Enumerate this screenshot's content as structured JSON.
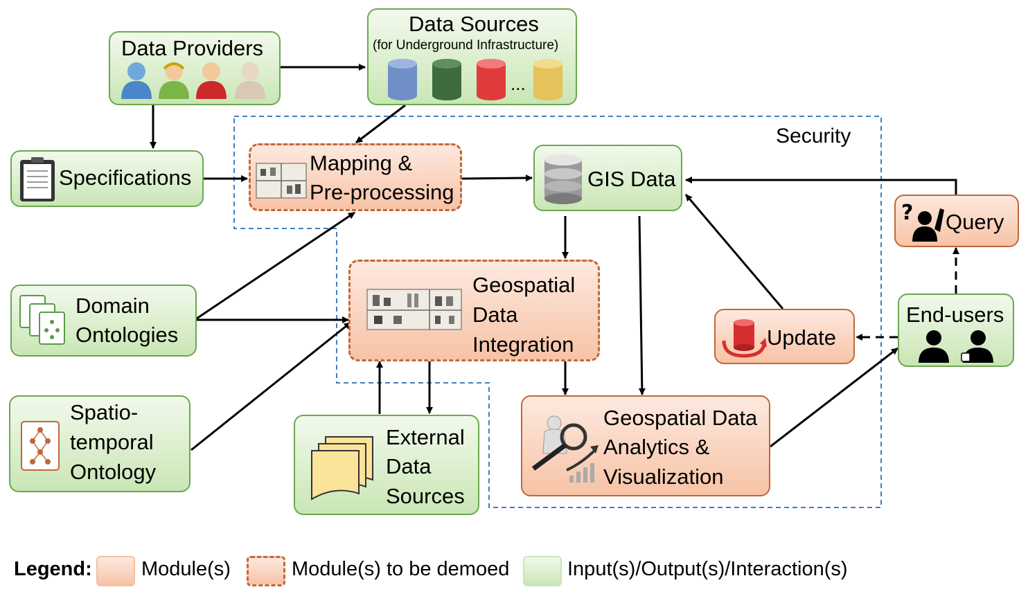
{
  "nodes": {
    "data_providers": "Data Providers",
    "data_sources": "Data Sources",
    "data_sources_sub": "(for Underground Infrastructure)",
    "data_sources_more": "...",
    "specifications": "Specifications",
    "mapping_line1": "Mapping &",
    "mapping_line2": "Pre-processing",
    "gis_data": "GIS Data",
    "query": "Query",
    "domain_line1": "Domain",
    "domain_line2": "Ontologies",
    "integration_line1": "Geospatial",
    "integration_line2": "Data",
    "integration_line3": "Integration",
    "update": "Update",
    "end_users": "End-users",
    "spatio_line1": "Spatio-",
    "spatio_line2": "temporal",
    "spatio_line3": "Ontology",
    "external_line1": "External",
    "external_line2": "Data",
    "external_line3": "Sources",
    "analytics_line1": "Geospatial Data",
    "analytics_line2": "Analytics &",
    "analytics_line3": "Visualization"
  },
  "security_label": "Security",
  "legend": {
    "title": "Legend:",
    "module": "Module(s)",
    "module_demo": "Module(s) to be demoed",
    "io": "Input(s)/Output(s)/Interaction(s)"
  },
  "colors": {
    "green_fill": "#c9e6b5",
    "green_border": "#6aa84f",
    "orange_fill": "#f7c3a6",
    "orange_border": "#c0673a",
    "security_border": "#3f7fbf",
    "db_blue": "#6f8fc6",
    "db_darkgreen": "#3d6b3d",
    "db_red": "#e03b3b",
    "db_gold": "#e6c25a"
  }
}
